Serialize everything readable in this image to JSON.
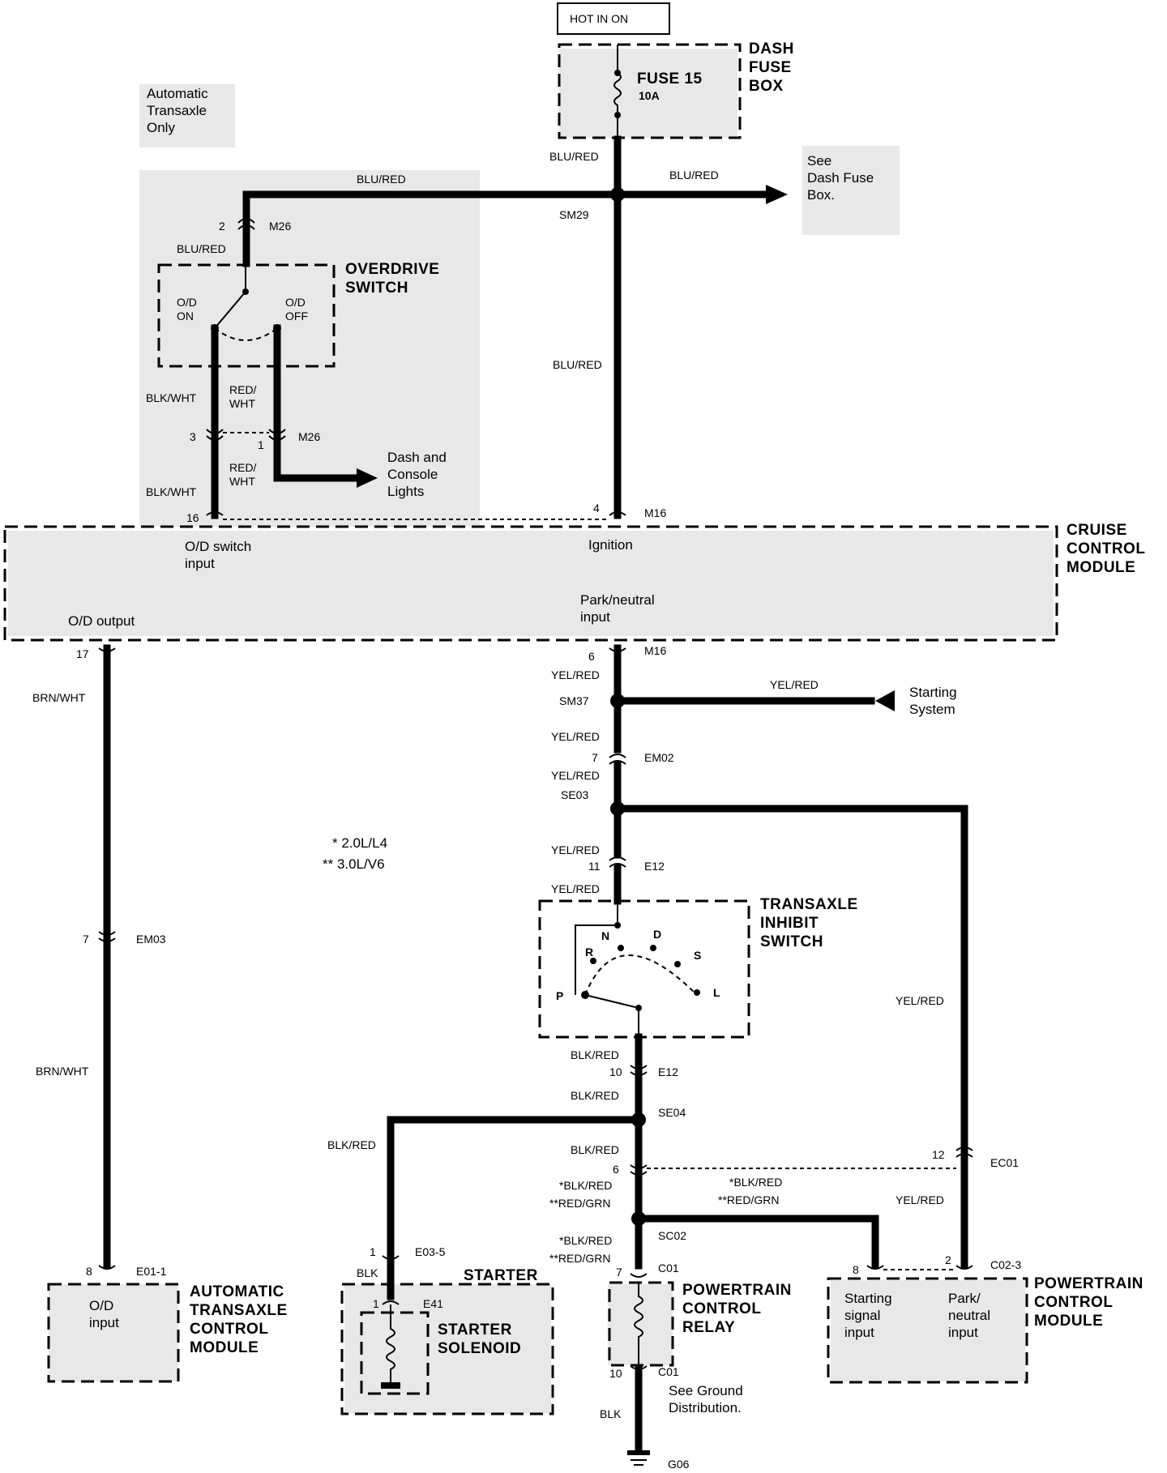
{
  "header": {
    "hot_in": "HOT IN ON",
    "note": "Automatic\nTransaxle\nOnly",
    "legend_1": "* 2.0L/L4",
    "legend_2": "** 3.0L/V6"
  },
  "components": {
    "dash_fuse_box": "DASH\nFUSE\nBOX",
    "fuse": "FUSE 15",
    "fuse_rating": "10A",
    "overdrive_switch": "OVERDRIVE\nSWITCH",
    "od_on": "O/D\nON",
    "od_off": "O/D\nOFF",
    "cruise_control_module": "CRUISE\nCONTROL\nMODULE",
    "transaxle_inhibit_switch": "TRANSAXLE\nINHIBIT\nSWITCH",
    "automatic_transaxle_control_module": "AUTOMATIC\nTRANSAXLE\nCONTROL\nMODULE",
    "starter": "STARTER",
    "starter_solenoid": "STARTER\nSOLENOID",
    "powertrain_control_relay": "POWERTRAIN\nCONTROL\nRELAY",
    "powertrain_control_module": "POWERTRAIN\nCONTROL\nMODULE"
  },
  "pins": {
    "od_switch_input": "O/D switch\ninput",
    "ignition": "Ignition",
    "park_neutral_input": "Park/neutral\ninput",
    "od_output": "O/D output",
    "od_input": "O/D\ninput",
    "starting_signal_input": "Starting\nsignal\ninput",
    "pcm_park_neutral": "Park/\nneutral\ninput"
  },
  "gear_positions": [
    "P",
    "R",
    "N",
    "D",
    "S",
    "L"
  ],
  "references": {
    "see_dash_fuse_box": "See\nDash Fuse\nBox.",
    "dash_console_lights": "Dash and\nConsole\nLights",
    "starting_system": "Starting\nSystem",
    "see_ground_distribution": "See Ground\nDistribution."
  },
  "wire_colors": {
    "blu_red": "BLU/RED",
    "blk_wht": "BLK/WHT",
    "red_wht": "RED/\nWHT",
    "brn_wht": "BRN/WHT",
    "yel_red": "YEL/RED",
    "blk_red": "BLK/RED",
    "blk": "BLK",
    "star_blk_red": "*BLK/RED",
    "star_red_grn": "**RED/GRN"
  },
  "connectors": {
    "M26": "M26",
    "SM29": "SM29",
    "M16": "M16",
    "SM37": "SM37",
    "EM02": "EM02",
    "SE03": "SE03",
    "E12": "E12",
    "SE04": "SE04",
    "EC01": "EC01",
    "SC02": "SC02",
    "C01": "C01",
    "C02_3": "C02-3",
    "E03_5": "E03-5",
    "E41": "E41",
    "EM03": "EM03",
    "E01_1": "E01-1",
    "G06": "G06"
  },
  "pin_numbers": {
    "n1": "1",
    "n2": "2",
    "n3": "3",
    "n4": "4",
    "n6": "6",
    "n7": "7",
    "n8": "8",
    "n10": "10",
    "n11": "11",
    "n12": "12",
    "n16": "16",
    "n17": "17"
  }
}
